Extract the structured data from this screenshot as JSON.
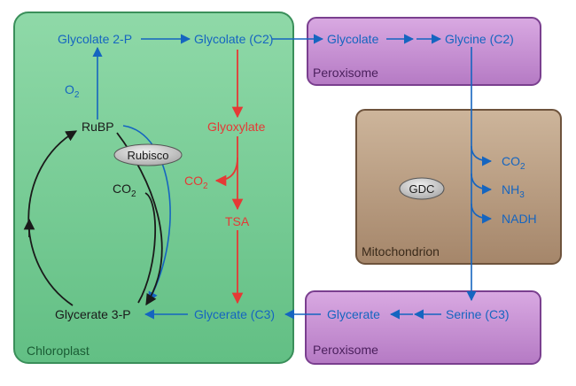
{
  "compartments": {
    "chloroplast": "Chloroplast",
    "peroxisome_top": "Peroxisome",
    "peroxisome_bottom": "Peroxisome",
    "mitochondrion": "Mitochondrion"
  },
  "enzymes": {
    "rubisco": "Rubisco",
    "gdc": "GDC"
  },
  "nodes": {
    "glycolate_2p": "Glycolate 2-P",
    "glycolate_c2": "Glycolate (C2)",
    "glycolate_perox": "Glycolate",
    "glycine_c2": "Glycine (C2)",
    "rubp": "RuBP",
    "glyoxylate": "Glyoxylate",
    "co2_red": "CO",
    "co2_black": "CO",
    "tsa": "TSA",
    "glycerate_3p": "Glycerate 3-P",
    "glycerate_c3": "Glycerate (C3)",
    "glycerate_perox": "Glycerate",
    "serine_c3": "Serine (C3)",
    "o2": "O",
    "mito_co2": "CO",
    "mito_nh3": "NH",
    "mito_nadh": "NADH"
  },
  "subscripts": {
    "two": "2",
    "three": "3"
  },
  "colors": {
    "chloroplast_fill": "#7ccf98",
    "chloroplast_stroke": "#3a8f5a",
    "peroxisome_fill": "#c48fd0",
    "peroxisome_stroke": "#7a3f8f",
    "mitochondrion_fill": "#b79a7f",
    "mitochondrion_stroke": "#6e533c",
    "blue": "#1565c0",
    "red": "#e53935",
    "black": "#1a1a1a",
    "enzyme_fill": "#c9c9c9"
  }
}
